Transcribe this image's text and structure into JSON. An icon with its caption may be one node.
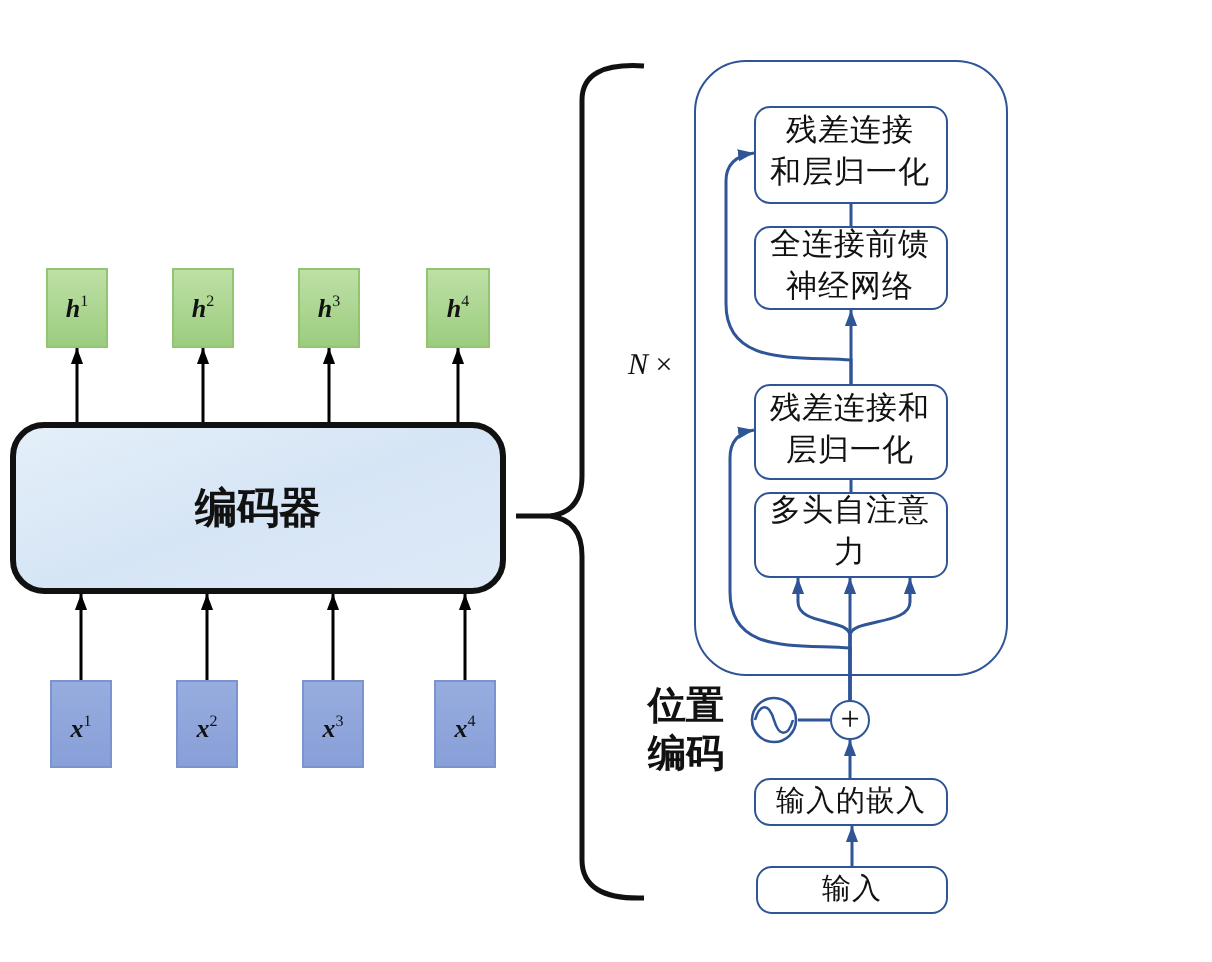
{
  "diagram": {
    "nodes": [
      {
        "text": [
          "**h**$^{1}$"
        ]
      },
      {
        "text": [
          "**h**$^{2}$"
        ]
      },
      {
        "text": [
          "**h**$^{3}$"
        ]
      },
      {
        "text": [
          "**h**$^{4}$"
        ]
      },
      {
        "text": [
          "编码器"
        ]
      },
      {
        "text": [
          "**x**$^{1}$"
        ]
      },
      {
        "text": [
          "**x**$^{2}$"
        ]
      },
      {
        "text": [
          "**x**$^{3}$"
        ]
      },
      {
        "text": [
          "**x**$^{4}$"
        ]
      },
      {
        "text": [],
        "shape": "box",
        "beside": [
          "*N* ×"
        ]
      },
      {
        "text": [
          "残差连接和层归一化"
        ],
        "in": 9
      },
      {
        "text": [
          "全连接前馈神经网络"
        ],
        "in": 9
      },
      {
        "text": [
          "残差连接和层归一化"
        ],
        "in": 9
      },
      {
        "text": [
          "多头自注意力"
        ],
        "in": 9
      },
      {
        "text": [
          "+"
        ]
      },
      {
        "text": [],
        "shape": "circle",
        "beside": [
          "位置编码"
        ]
      },
      {
        "text": [
          "输入的嵌入"
        ]
      },
      {
        "text": [
          "输入"
        ]
      }
    ],
    "edges": [
      {
        "from": 4,
        "to": 0,
        "arrow": "to",
        "color": "#000000"
      },
      {
        "from": 4,
        "to": 1,
        "arrow": "to",
        "color": "#000000"
      },
      {
        "from": 4,
        "to": 2,
        "arrow": "to",
        "color": "#000000"
      },
      {
        "from": 4,
        "to": 3,
        "arrow": "to",
        "color": "#000000"
      },
      {
        "from": 5,
        "to": 4,
        "arrow": "to",
        "color": "#000000"
      },
      {
        "from": 6,
        "to": 4,
        "arrow": "to",
        "color": "#000000"
      },
      {
        "from": 7,
        "to": 4,
        "arrow": "to",
        "color": "#000000"
      },
      {
        "from": 8,
        "to": 4,
        "arrow": "to",
        "color": "#000000"
      },
      {
        "from": 17,
        "to": 16,
        "arrow": "to"
      },
      {
        "from": 16,
        "to": 14,
        "arrow": "to"
      },
      {
        "from": 15,
        "to": 14,
        "arrow": "none"
      },
      {
        "from": 14,
        "to": 13,
        "arrow": "to"
      },
      {
        "from": 14,
        "to": 13,
        "arrow": "to"
      },
      {
        "from": 14,
        "to": 13,
        "arrow": "to"
      },
      {
        "from": 14,
        "to": 12,
        "arrow": "to"
      },
      {
        "from": 13,
        "to": 12,
        "arrow": "none"
      },
      {
        "from": 12,
        "to": 11,
        "arrow": "to"
      },
      {
        "from": 12,
        "to": 10,
        "arrow": "to"
      },
      {
        "from": 11,
        "to": 10,
        "arrow": "none"
      }
    ]
  }
}
